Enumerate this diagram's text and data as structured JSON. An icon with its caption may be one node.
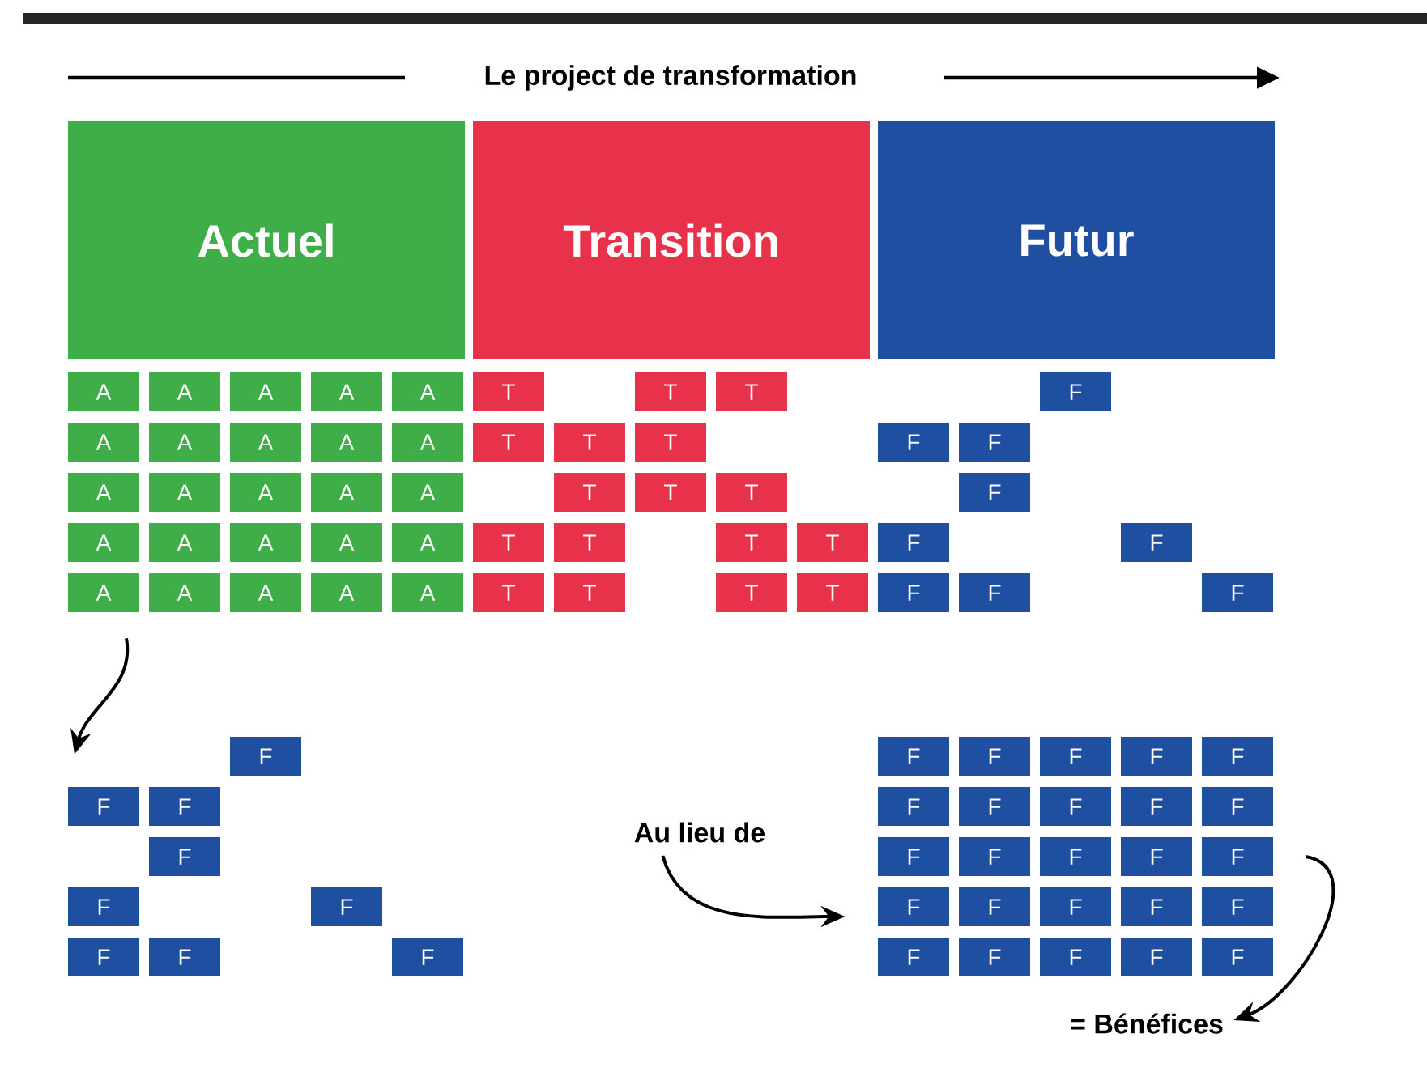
{
  "diagram": {
    "title": "Le project de transformation",
    "nodes": [
      {
        "text": [
          "Actuel"
        ]
      },
      {
        "text": [
          "Transition"
        ]
      },
      {
        "text": [
          "Futur"
        ]
      },
      {
        "text": [
          "A"
        ]
      },
      {
        "text": [
          "A"
        ]
      },
      {
        "text": [
          "A"
        ]
      },
      {
        "text": [
          "A"
        ]
      },
      {
        "text": [
          "A"
        ]
      },
      {
        "text": [
          "T"
        ]
      },
      {
        "text": [
          "T"
        ]
      },
      {
        "text": [
          "T"
        ]
      },
      {
        "text": [
          "F"
        ]
      },
      {
        "text": [
          "A"
        ]
      },
      {
        "text": [
          "A"
        ]
      },
      {
        "text": [
          "A"
        ]
      },
      {
        "text": [
          "A"
        ]
      },
      {
        "text": [
          "A"
        ]
      },
      {
        "text": [
          "T"
        ]
      },
      {
        "text": [
          "T"
        ]
      },
      {
        "text": [
          "T"
        ]
      },
      {
        "text": [
          "F"
        ]
      },
      {
        "text": [
          "F"
        ]
      },
      {
        "text": [
          "A"
        ]
      },
      {
        "text": [
          "A"
        ]
      },
      {
        "text": [
          "A"
        ]
      },
      {
        "text": [
          "A"
        ]
      },
      {
        "text": [
          "A"
        ]
      },
      {
        "text": [
          "T"
        ]
      },
      {
        "text": [
          "T"
        ]
      },
      {
        "text": [
          "T"
        ]
      },
      {
        "text": [
          "F"
        ]
      },
      {
        "text": [
          "A"
        ]
      },
      {
        "text": [
          "A"
        ]
      },
      {
        "text": [
          "A"
        ]
      },
      {
        "text": [
          "A"
        ]
      },
      {
        "text": [
          "A"
        ]
      },
      {
        "text": [
          "T"
        ]
      },
      {
        "text": [
          "T"
        ]
      },
      {
        "text": [
          "T"
        ]
      },
      {
        "text": [
          "T"
        ]
      },
      {
        "text": [
          "F"
        ]
      },
      {
        "text": [
          "F"
        ]
      },
      {
        "text": [
          "A"
        ]
      },
      {
        "text": [
          "A"
        ]
      },
      {
        "text": [
          "A"
        ]
      },
      {
        "text": [
          "A"
        ]
      },
      {
        "text": [
          "A"
        ]
      },
      {
        "text": [
          "T"
        ]
      },
      {
        "text": [
          "T"
        ]
      },
      {
        "text": [
          "T"
        ]
      },
      {
        "text": [
          "T"
        ]
      },
      {
        "text": [
          "F"
        ]
      },
      {
        "text": [
          "F"
        ]
      },
      {
        "text": [
          "F"
        ]
      },
      {
        "text": [
          "F"
        ]
      },
      {
        "text": [
          "F"
        ]
      },
      {
        "text": [
          "F"
        ]
      },
      {
        "text": [
          "F"
        ]
      },
      {
        "text": [
          "F"
        ]
      },
      {
        "text": [
          "F"
        ]
      },
      {
        "text": [
          "F"
        ]
      },
      {
        "text": [
          "F"
        ]
      },
      {
        "text": [
          "F"
        ]
      },
      {
        "text": [
          "Au lieu de"
        ]
      },
      {
        "text": [
          "F"
        ]
      },
      {
        "text": [
          "F"
        ]
      },
      {
        "text": [
          "F"
        ]
      },
      {
        "text": [
          "F"
        ]
      },
      {
        "text": [
          "F"
        ]
      },
      {
        "text": [
          "F"
        ]
      },
      {
        "text": [
          "F"
        ]
      },
      {
        "text": [
          "F"
        ]
      },
      {
        "text": [
          "F"
        ]
      },
      {
        "text": [
          "F"
        ]
      },
      {
        "text": [
          "F"
        ]
      },
      {
        "text": [
          "F"
        ]
      },
      {
        "text": [
          "F"
        ]
      },
      {
        "text": [
          "F"
        ]
      },
      {
        "text": [
          "F"
        ]
      },
      {
        "text": [
          "F"
        ]
      },
      {
        "text": [
          "F"
        ]
      },
      {
        "text": [
          "F"
        ]
      },
      {
        "text": [
          "F"
        ]
      },
      {
        "text": [
          "F"
        ]
      },
      {
        "text": [
          "F"
        ]
      },
      {
        "text": [
          "F"
        ]
      },
      {
        "text": [
          "F"
        ]
      },
      {
        "text": [
          "F"
        ]
      },
      {
        "text": [
          "F"
        ]
      },
      {
        "text": [
          "= Bénéfices"
        ]
      }
    ],
    "edges": [
      {
        "from": 42,
        "to": 55,
        "arrow": "to"
      },
      {
        "from": 63,
        "to": 79,
        "arrow": "to"
      },
      {
        "from": 78,
        "to": 89,
        "arrow": "to"
      }
    ]
  }
}
